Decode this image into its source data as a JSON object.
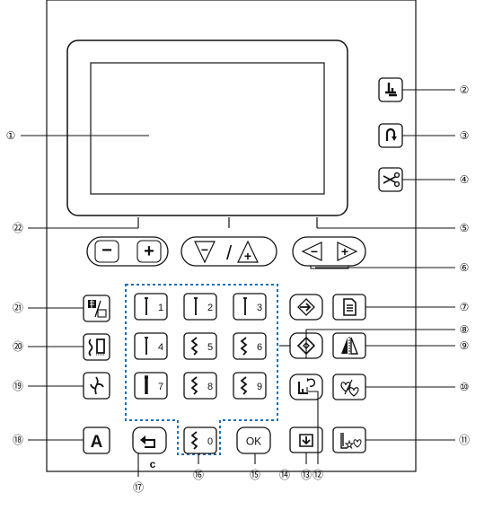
{
  "callouts": [
    "①",
    "②",
    "③",
    "④",
    "⑤",
    "⑥",
    "⑦",
    "⑧",
    "⑨",
    "⑩",
    "⑪",
    "⑫",
    "⑬",
    "⑭",
    "⑮",
    "⑯",
    "⑰",
    "⑱",
    "⑲",
    "⑳",
    "㉑",
    "㉒"
  ],
  "keys": {
    "minus": "−",
    "plus": "+",
    "stitch_numbers": [
      "1",
      "2",
      "3",
      "4",
      "5",
      "6",
      "7",
      "8",
      "9",
      "0"
    ],
    "ok": "OK",
    "letter_a": "A",
    "clear_c": "c",
    "direction_slash": "/"
  },
  "colors": {
    "line": "#111111",
    "dotted_group": "#1a6fb4",
    "background": "#ffffff"
  },
  "icons": [
    "presser-foot-icon",
    "needle-position-icon",
    "thread-cutter-icon",
    "left-arrow-icon",
    "right-arrow-icon",
    "pattern-explanation-icon",
    "image-key-icon",
    "mirror-icon",
    "reverse-stitch-icon",
    "memory-icon",
    "pattern-combination-icon",
    "back-icon",
    "straight-stitch-icon",
    "zigzag-icon",
    "feather-icon",
    "decorative-icon",
    "character-icon",
    "heart-icon"
  ]
}
